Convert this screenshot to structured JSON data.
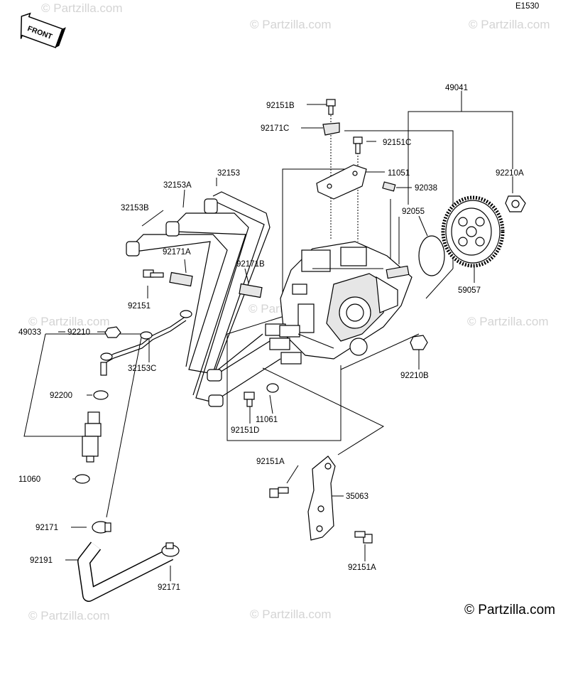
{
  "diagram_code": "E1530",
  "front_label": "FRONT",
  "copyright": "© Partzilla.com",
  "watermark": "© Partzilla.com",
  "labels": {
    "p49041": "49041",
    "p92151B": "92151B",
    "p92171C": "92171C",
    "p92151C": "92151C",
    "p11051": "11051",
    "p92038": "92038",
    "p92210A": "92210A",
    "p32153": "32153",
    "p32153A": "32153A",
    "p32153B": "32153B",
    "p92055": "92055",
    "p92171A": "92171A",
    "p92171B": "92171B",
    "p92151": "92151",
    "p59057": "59057",
    "p49033": "49033",
    "p92210": "92210",
    "p32153C": "32153C",
    "p92210B": "92210B",
    "p92200": "92200",
    "p11061": "11061",
    "p92151D": "92151D",
    "p92151A_top": "92151A",
    "p35063": "35063",
    "p11060": "11060",
    "p92171_a": "92171",
    "p92191": "92191",
    "p92171_b": "92171",
    "p92151A_bot": "92151A"
  }
}
